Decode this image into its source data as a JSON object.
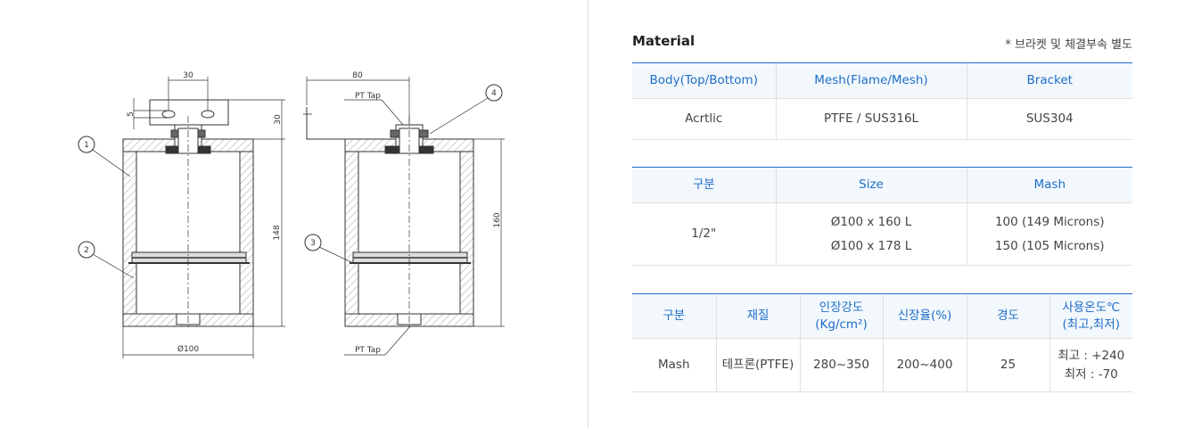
{
  "drawing": {
    "dim_30_top": "30",
    "dim_5": "5",
    "dim_30_right": "30",
    "dim_148": "148",
    "dim_100": "Ø100",
    "dim_80": "80",
    "dim_160": "160",
    "pt_tap_top": "PT Tap",
    "pt_tap_bottom": "PT Tap",
    "callout_1": "1",
    "callout_2": "2",
    "callout_3": "3",
    "callout_4": "4"
  },
  "header": {
    "title": "Material",
    "note": "* 브라켓 및 체결부속 별도"
  },
  "material_table": {
    "headers": [
      "Body(Top/Bottom)",
      "Mesh(Flame/Mesh)",
      "Bracket"
    ],
    "row": [
      "Acrtlic",
      "PTFE / SUS316L",
      "SUS304"
    ]
  },
  "size_table": {
    "headers": [
      "구분",
      "Size",
      "Mash"
    ],
    "row": {
      "type": "1/2\"",
      "size_1": "Ø100 x 160 L",
      "size_2": "Ø100 x 178 L",
      "mash_1": "100 (149 Microns)",
      "mash_2": "150 (105 Microns)"
    }
  },
  "property_table": {
    "headers": [
      "구분",
      "재질",
      "인장강도",
      "(Kg/cm²)",
      "신장율(%)",
      "경도",
      "사용온도℃",
      "(최고,최저)"
    ],
    "row": {
      "type": "Mash",
      "material": "테프론(PTFE)",
      "tensile": "280~350",
      "elongation": "200~400",
      "hardness": "25",
      "temp_max": "최고 : +240",
      "temp_min": "최저 : -70"
    }
  },
  "colors": {
    "accent": "#1e6ec8",
    "header_bg": "#f3f8fd",
    "border": "#e0e0e0"
  }
}
